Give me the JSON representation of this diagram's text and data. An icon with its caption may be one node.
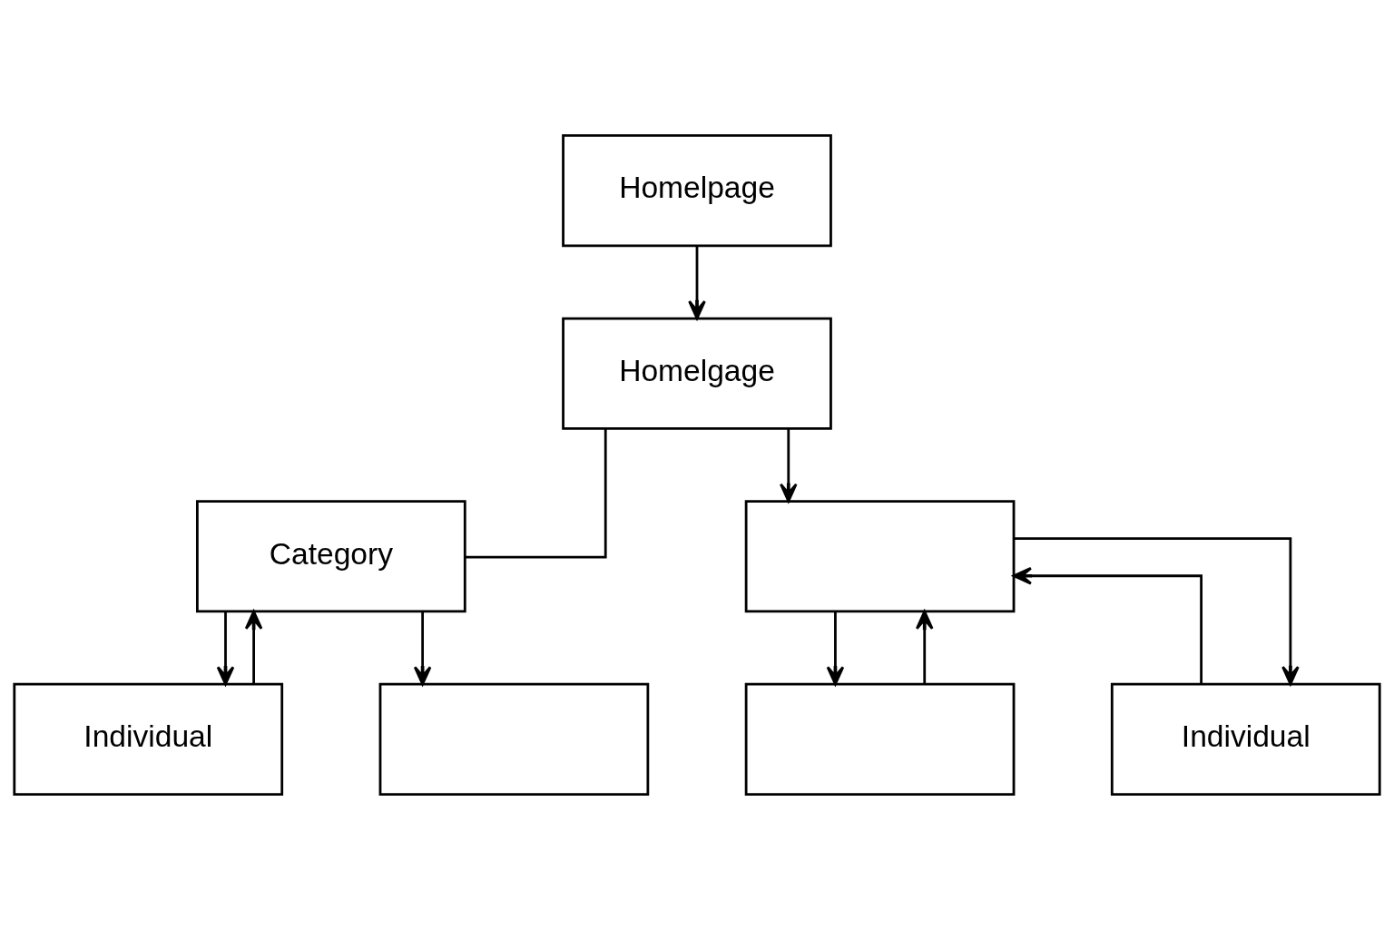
{
  "diagram": {
    "nodes": [
      {
        "text": [
          "Homelpage"
        ]
      },
      {
        "text": [
          "Homelgage"
        ]
      },
      {
        "text": [
          "Category"
        ]
      },
      {
        "text": [],
        "shape": "box"
      },
      {
        "text": [
          "Individual"
        ]
      },
      {
        "text": [],
        "shape": "box"
      },
      {
        "text": [],
        "shape": "box"
      },
      {
        "text": [
          "Individual"
        ]
      }
    ],
    "edges": [
      {
        "from": 0,
        "to": 1,
        "arrow": "to"
      },
      {
        "from": 1,
        "to": 2,
        "arrow": "none"
      },
      {
        "from": 1,
        "to": 3,
        "arrow": "to"
      },
      {
        "from": 2,
        "to": 4,
        "arrow": "to"
      },
      {
        "from": 2,
        "to": 5,
        "arrow": "to"
      },
      {
        "from": 4,
        "to": 2,
        "arrow": "to"
      },
      {
        "from": 3,
        "to": 6,
        "arrow": "to"
      },
      {
        "from": 3,
        "to": 7,
        "arrow": "to"
      },
      {
        "from": 6,
        "to": 3,
        "arrow": "to"
      },
      {
        "from": 7,
        "to": 3,
        "arrow": "to"
      }
    ]
  }
}
